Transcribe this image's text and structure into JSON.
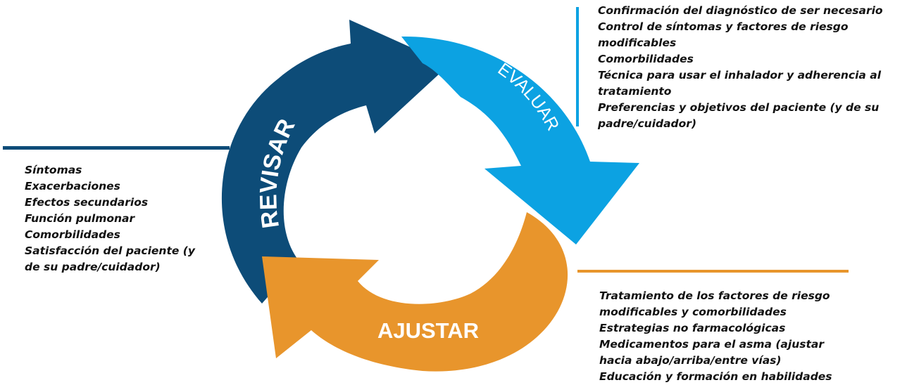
{
  "cycle": {
    "revisar": {
      "label": "REVISAR",
      "color": "#0d4c78",
      "items": [
        "Síntomas",
        "Exacerbaciones",
        "Efectos secundarios",
        "Función pulmonar",
        "Comorbilidades",
        "Satisfacción del paciente (y",
        "de su padre/cuidador)"
      ]
    },
    "evaluar": {
      "label": "EVALUAR",
      "color": "#0ca2e2",
      "items": [
        "Confirmación del diagnóstico de ser necesario",
        "Control de síntomas y factores de riesgo",
        "modificables",
        "Comorbilidades",
        "Técnica para usar el inhalador  y adherencia al",
        "tratamiento",
        "Preferencias y objetivos del paciente (y de su",
        "padre/cuidador)"
      ]
    },
    "ajustar": {
      "label": "AJUSTAR",
      "color": "#e8952c",
      "items": [
        "Tratamiento de los factores de riesgo",
        "modificables y comorbilidades",
        "Estrategias no farmacológicas",
        "Medicamentos para el asma (ajustar",
        "hacia abajo/arriba/entre vías)",
        "Educación y formación en habilidades"
      ]
    }
  }
}
